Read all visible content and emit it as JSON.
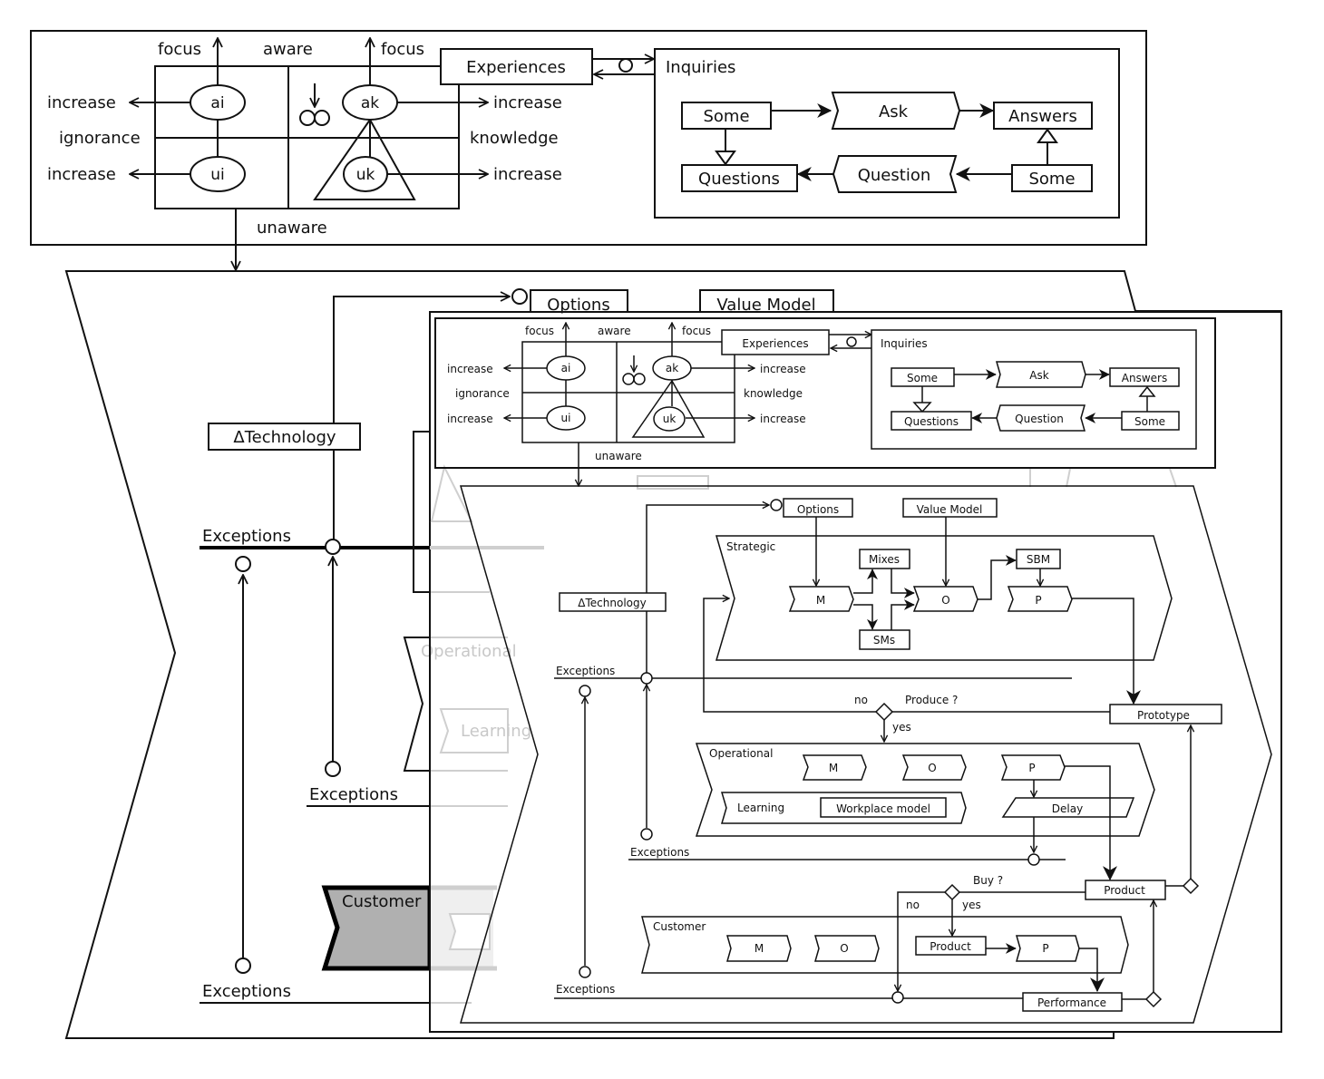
{
  "diagram": {
    "outer": {
      "matrix": {
        "focus_left": "focus",
        "focus_right": "focus",
        "aware": "aware",
        "unaware": "unaware",
        "ignorance": "ignorance",
        "knowledge": "knowledge",
        "increase_labels": [
          "increase",
          "increase",
          "increase",
          "increase"
        ],
        "nodes": {
          "ai": "ai",
          "ak": "ak",
          "ui": "ui",
          "uk": "uk"
        }
      },
      "experiences": "Experiences",
      "inquiries": {
        "title": "Inquiries",
        "some_top": "Some",
        "ask": "Ask",
        "answers": "Answers",
        "questions": "Questions",
        "question": "Question",
        "some_bottom": "Some"
      },
      "options": "Options",
      "value_model": "Value Model",
      "delta_technology": "ΔTechnology",
      "exceptions": [
        "Exceptions",
        "Exceptions",
        "Exceptions"
      ],
      "faded": {
        "operational": "Operational",
        "learning": "Learning"
      },
      "customer": "Customer"
    },
    "inner": {
      "matrix": {
        "focus_left": "focus",
        "focus_right": "focus",
        "aware": "aware",
        "unaware": "unaware",
        "ignorance": "ignorance",
        "knowledge": "knowledge",
        "increase_labels": [
          "increase",
          "increase",
          "increase",
          "increase"
        ],
        "nodes": {
          "ai": "ai",
          "ak": "ak",
          "ui": "ui",
          "uk": "uk"
        }
      },
      "experiences": "Experiences",
      "inquiries": {
        "title": "Inquiries",
        "some_top": "Some",
        "ask": "Ask",
        "answers": "Answers",
        "questions": "Questions",
        "question": "Question",
        "some_bottom": "Some"
      },
      "options": "Options",
      "value_model": "Value Model",
      "delta_technology": "ΔTechnology",
      "strategic": {
        "title": "Strategic",
        "m": "M",
        "o": "O",
        "p": "P",
        "mixes": "Mixes",
        "sms": "SMs",
        "sbm": "SBM"
      },
      "exceptions": [
        "Exceptions",
        "Exceptions",
        "Exceptions"
      ],
      "produce_question": "Produce ?",
      "no_1": "no",
      "yes_1": "yes",
      "prototype": "Prototype",
      "operational": {
        "title": "Operational",
        "m": "M",
        "o": "O",
        "p": "P",
        "learning": "Learning",
        "workplace_model": "Workplace model",
        "delay": "Delay"
      },
      "buy_question": "Buy ?",
      "no_2": "no",
      "yes_2": "yes",
      "product_top": "Product",
      "customer": {
        "title": "Customer",
        "m": "M",
        "o": "O",
        "product": "Product",
        "p": "P"
      },
      "performance": "Performance"
    }
  }
}
